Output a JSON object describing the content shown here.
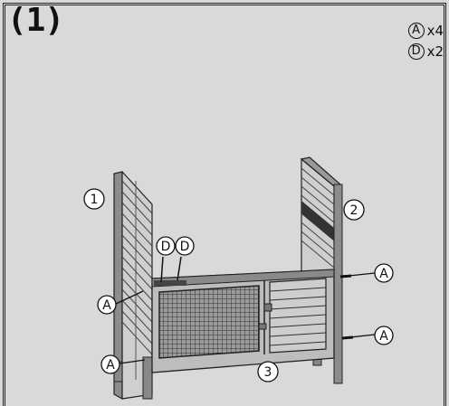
{
  "step_label": "(1)",
  "legend": [
    {
      "letter": "A",
      "qty": "x4"
    },
    {
      "letter": "D",
      "qty": "x2"
    }
  ],
  "callouts": {
    "part1": "1",
    "part2": "2",
    "part3": "3",
    "A": "A",
    "D": "D"
  }
}
